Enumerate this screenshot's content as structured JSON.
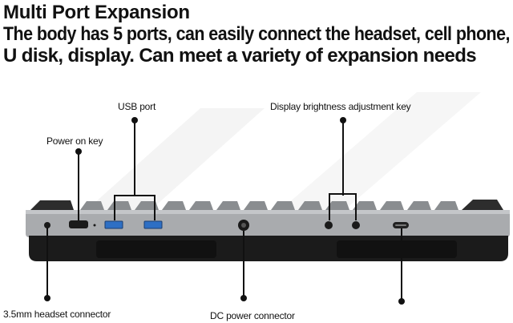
{
  "headline": {
    "title": "Multi Port Expansion",
    "line2": "The body has 5 ports, can easily connect the headset, cell phone,",
    "line3": "U disk, display. Can meet a variety of expansion needs"
  },
  "callouts": {
    "usb_port": "USB port",
    "brightness_key": "Display brightness adjustment key",
    "power_on_key": "Power on key",
    "headset_connector": "3.5mm headset connector",
    "dc_power_connector": "DC power connector"
  }
}
